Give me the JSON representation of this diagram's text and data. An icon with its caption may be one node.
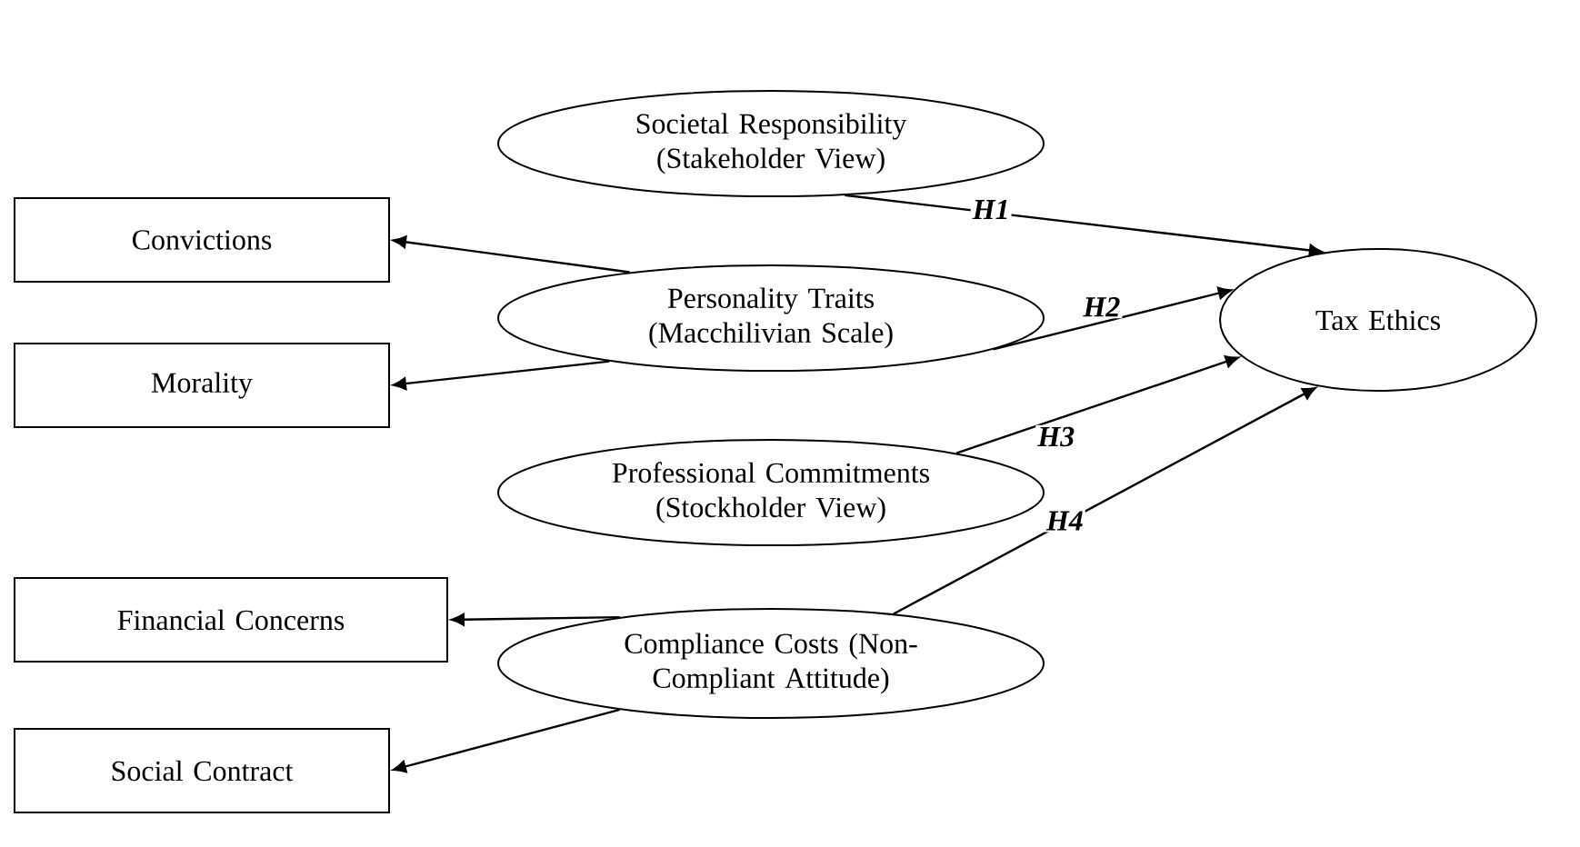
{
  "diagram": {
    "nodes": [
      {
        "text": [
          "Societal Responsibility (Stakeholder View)"
        ]
      },
      {
        "text": [
          "Convictions"
        ]
      },
      {
        "text": [
          "Personality Traits (Macchilivian Scale)"
        ]
      },
      {
        "text": [
          "Morality"
        ]
      },
      {
        "text": [
          "Tax Ethics"
        ]
      },
      {
        "text": [
          "Professional Commitments (Stockholder View)"
        ]
      },
      {
        "text": [
          "Financial Concerns"
        ]
      },
      {
        "text": [
          "Compliance Costs (Non-Compliant Attitude)"
        ]
      },
      {
        "text": [
          "Social Contract"
        ]
      }
    ],
    "edges": [
      {
        "from": 0,
        "to": 4,
        "arrow": "to",
        "label": "H1"
      },
      {
        "from": 2,
        "to": 1,
        "arrow": "to"
      },
      {
        "from": 2,
        "to": 3,
        "arrow": "to"
      },
      {
        "from": 2,
        "to": 4,
        "arrow": "to",
        "label": "H2"
      },
      {
        "from": 5,
        "to": 4,
        "arrow": "to",
        "label": "H3"
      },
      {
        "from": 7,
        "to": 6,
        "arrow": "to"
      },
      {
        "from": 7,
        "to": 8,
        "arrow": "to"
      },
      {
        "from": 7,
        "to": 4,
        "arrow": "to",
        "label": "H4"
      }
    ]
  }
}
